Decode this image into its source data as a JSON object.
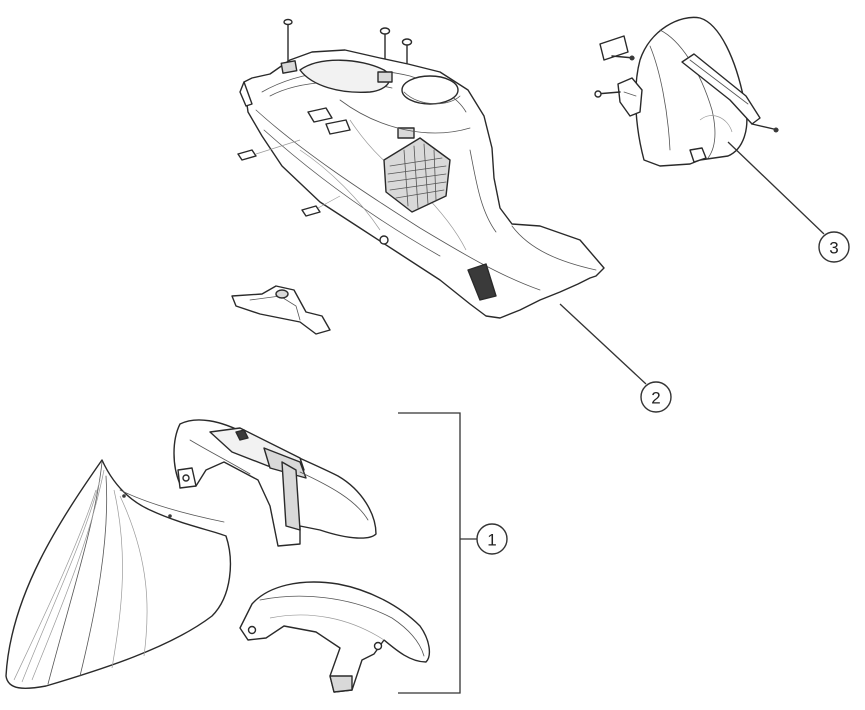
{
  "callouts": [
    {
      "id": "1",
      "label": "1"
    },
    {
      "id": "2",
      "label": "2"
    },
    {
      "id": "3",
      "label": "3"
    }
  ],
  "colors": {
    "line": "#2a2a2a",
    "shade": "#d9d9d9",
    "background": "#ffffff"
  }
}
